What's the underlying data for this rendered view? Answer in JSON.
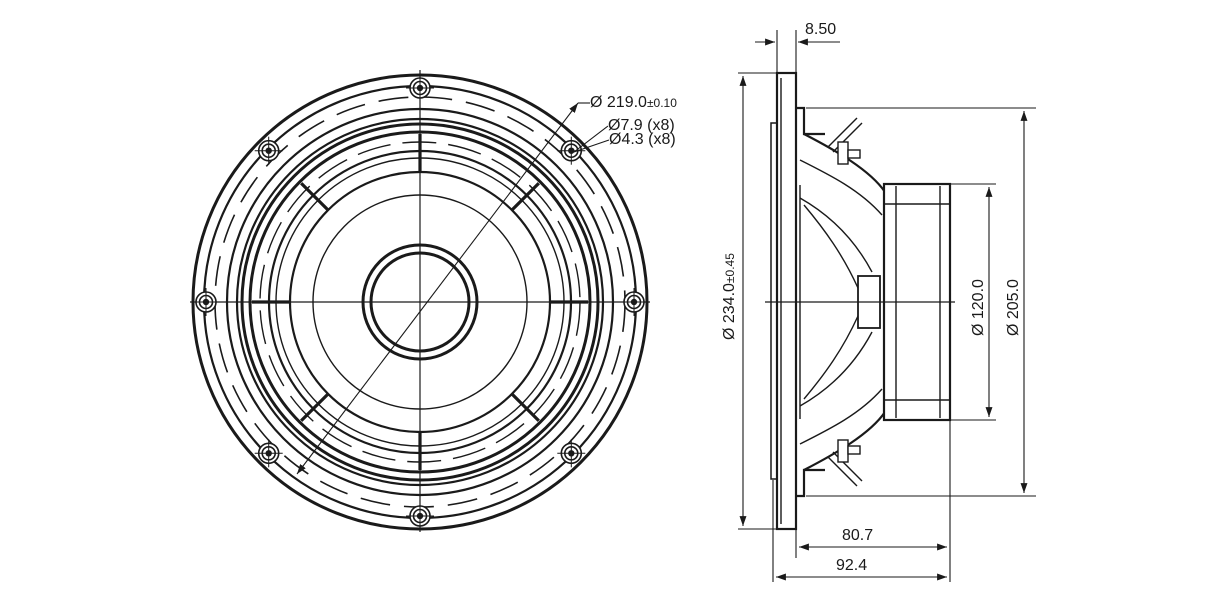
{
  "drawing": {
    "front_view": {
      "dim_outer_prefix": "Ø 219.0",
      "dim_outer_tol": "±0.10",
      "dim_hole_large": "Ø7.9 (x8)",
      "dim_hole_small": "Ø4.3 (x8)"
    },
    "side_view": {
      "dim_flange_thickness": "8.50",
      "dim_overall_prefix": "Ø 234.0",
      "dim_overall_tol": "±0.45",
      "dim_magnet": "Ø 120.0",
      "dim_frame": "Ø 205.0",
      "dim_depth_inner": "80.7",
      "dim_depth_total": "92.4"
    }
  }
}
